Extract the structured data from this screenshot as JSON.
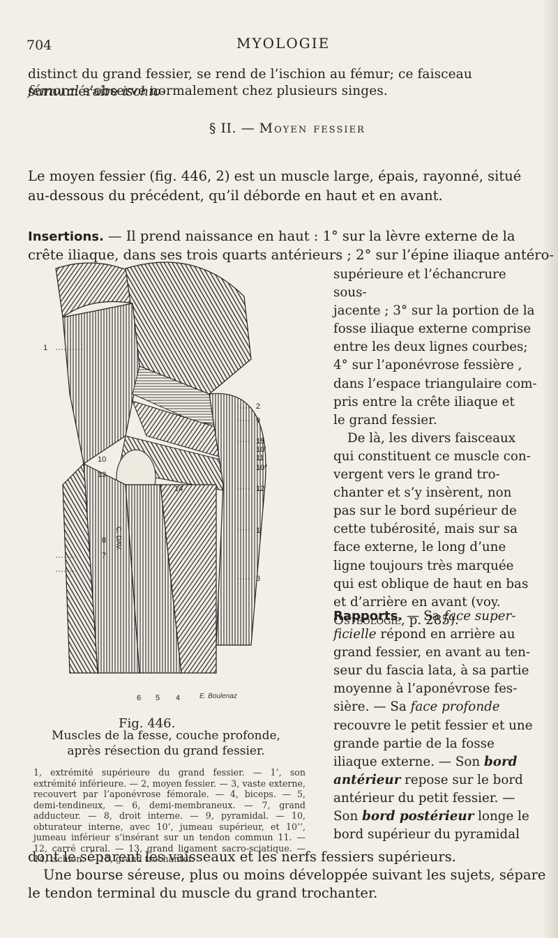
{
  "header": {
    "page_number": "704",
    "running_title": "MYOLOGIE"
  },
  "intro": {
    "line1": "distinct du grand fessier, se rend de l’ischion au fémur; ce faisceau surnuméraire",
    "line1_em": "ischio-",
    "line2_em": "fémoral",
    "line2": " s’observe normalement chez plusieurs singes."
  },
  "section": {
    "prefix": "§ II. — ",
    "title": "Moyen fessier"
  },
  "para1": {
    "l1": "Le moyen fessier (fig. 446, 2) est un muscle large, épais, rayonné, situé",
    "l2": "au-dessous du précédent, qu’il déborde en haut et en avant."
  },
  "insertions": {
    "heading": "Insertions.",
    "l1": " — Il prend naissance en haut : 1° sur la lèvre externe de la",
    "l2": "crête iliaque, dans ses trois quarts antérieurs ; 2° sur l’épine iliaque antéro-",
    "right_lines": [
      "supérieure et l’échancrure sous-",
      "jacente ; 3° sur la portion de la",
      "fosse iliaque externe comprise",
      "entre les deux lignes courbes;",
      "4° sur l’aponévrose fessière ,",
      "dans l’espace triangulaire com-",
      "pris entre la crête iliaque et",
      "le grand fessier.",
      "De là, les divers faisceaux",
      "qui constituent ce muscle con-",
      "vergent vers le grand tro-",
      "chanter et s’y insèrent, non",
      "pas sur le bord supérieur de",
      "cette tubérosité, mais sur sa",
      "face externe, le long d’une",
      "ligne toujours très marquée",
      "qui est oblique de haut en bas",
      "et d’arrière en avant (voy."
    ],
    "ref_sc": "Ostéologie",
    "ref_rest": ", p. 285)."
  },
  "rapports": {
    "heading": "Rapports.",
    "l1a": " — Sa ",
    "l1_em": "face super-",
    "l2_em": "ficielle",
    "l2": " répond en arrière au",
    "lines": [
      "grand fessier, en avant au ten-",
      "seur du fascia lata, à sa partie",
      "moyenne à l’aponévrose fes-"
    ],
    "l6a": "sière. — Sa ",
    "l6_em": "face profonde",
    "l7": "recouvre le petit fessier et une",
    "l8": "grande partie de la fosse",
    "l9": "iliaque externe. — Son ",
    "l9_em": "bord",
    "l10_em": "antérieur",
    "l10": " repose sur le bord",
    "l11": "antérieur du petit fessier. —",
    "l12a": "Son ",
    "l12_em": "bord postérieur",
    "l12": " longe le",
    "l13": "bord supérieur du pyramidal"
  },
  "closing": {
    "l1": "dont le séparent les vaisseaux et les nerfs fessiers supérieurs.",
    "l2": "Une bourse séreuse, plus ou moins développée suivant les sujets, sépare",
    "l3": "le tendon terminal du muscle du grand trochanter."
  },
  "figure": {
    "caption_title": "Fig. 446.",
    "caption_sub": "Muscles de la fesse, couche profonde, après résection du grand fessier.",
    "legend": "1, extrémité supérieure du grand fessier. — 1’, son extrémité inférieure. — 2, moyen fessier. — 3, vaste externe, recouvert par l’aponévrose fémorale. — 4, biceps. — 5, demi-tendineux, — 6, demi-membraneux. — 7, grand adducteur. — 8, droit interne. — 9, pyramidal. — 10, obturateur interne, avec 10’, jumeau supérieur, et 10’’, jumeau inférieur s’insérant sur un tendon commun 11. — 12, carré crural. — 13, grand ligament sacro-sciatique. — 14, ischion. — 15, grand trochanter.",
    "labels": {
      "l1": "1",
      "l2": "2",
      "l9": "9",
      "l15": "15",
      "l10p": "10′",
      "l11": "11",
      "l10pp": "10″",
      "l12": "12",
      "l1p": "1′",
      "l3": "3",
      "l10": "10",
      "l13": "13",
      "l14": "14",
      "l8": "8",
      "l7": "7",
      "l6": "6",
      "l5": "5",
      "l4": "4"
    },
    "side_text": "C. DAV.",
    "signature": "E. Boulenaz"
  }
}
